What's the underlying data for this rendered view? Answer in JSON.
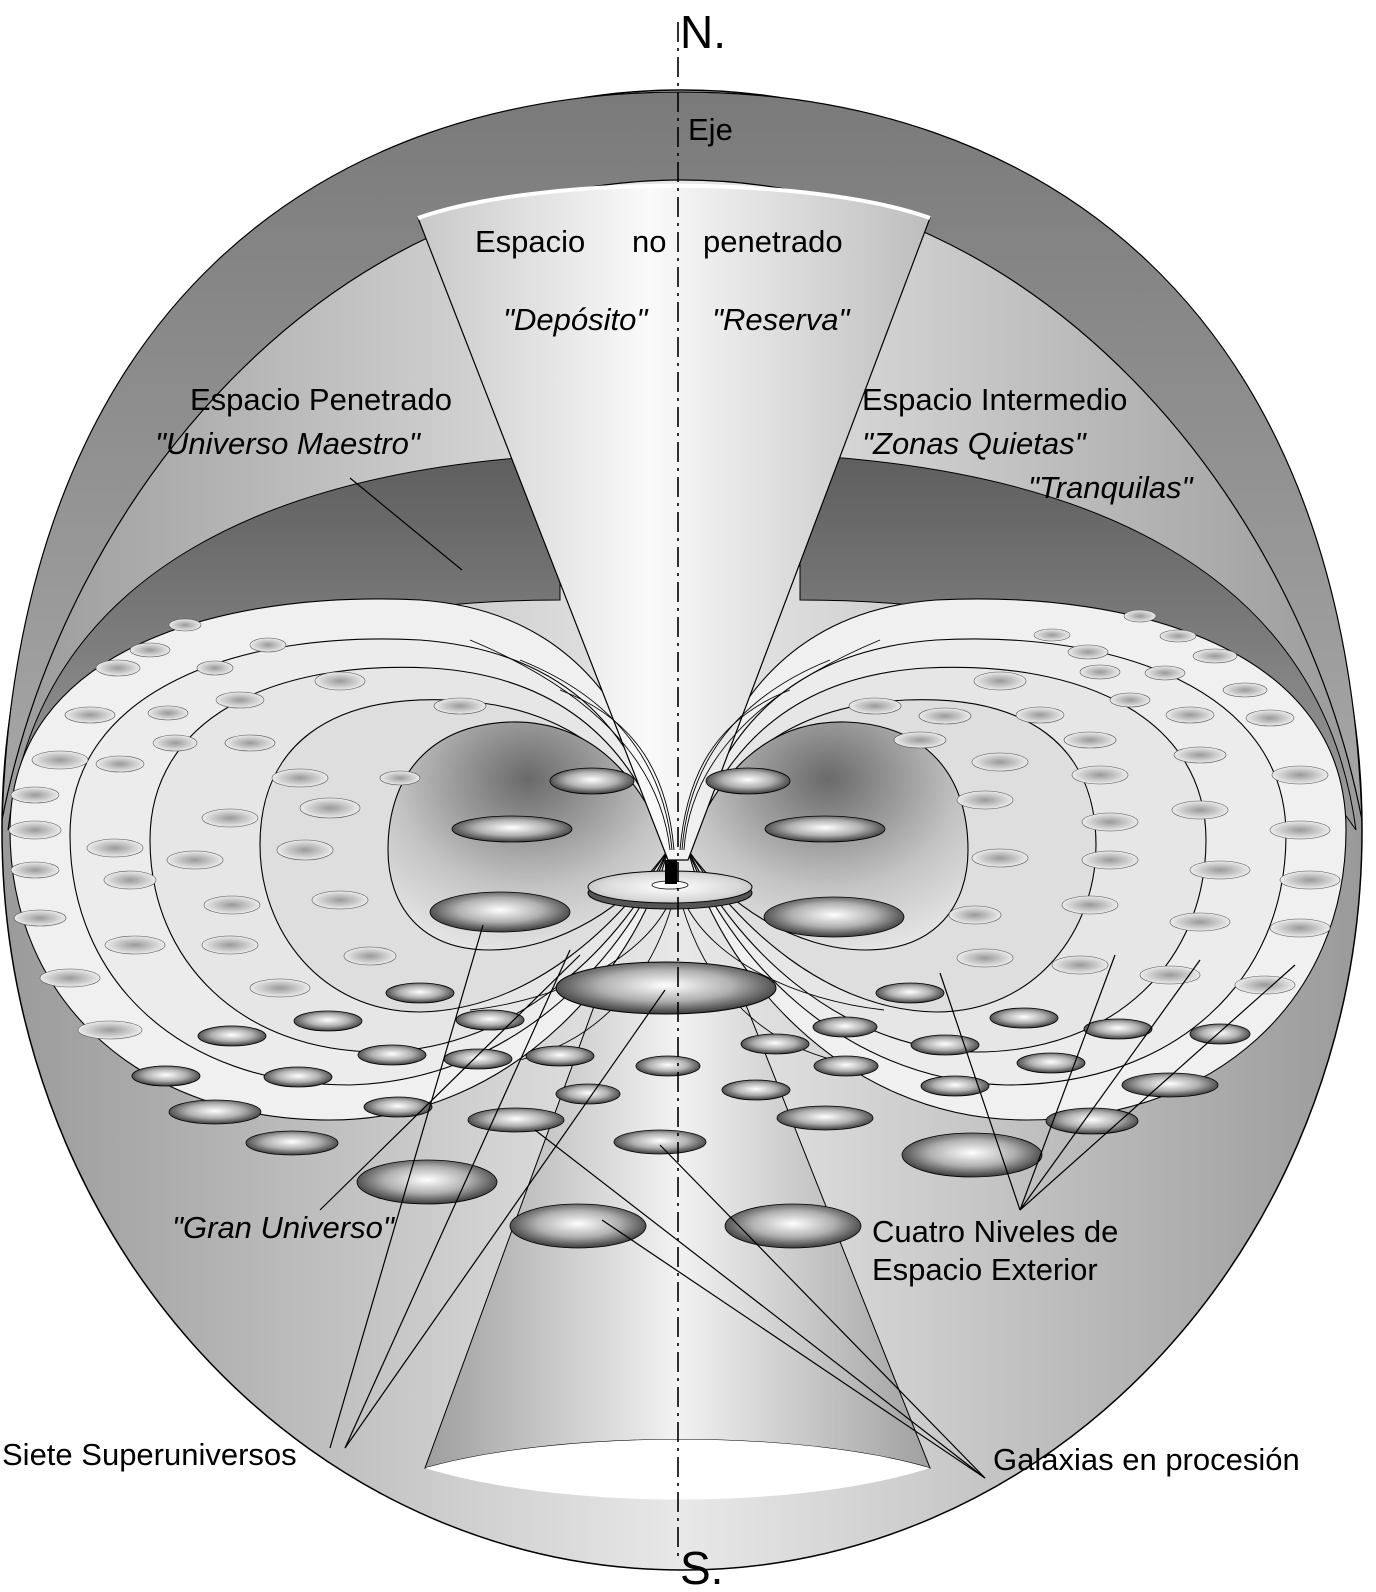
{
  "diagram": {
    "axis": {
      "north": "N.",
      "south": "S.",
      "label": "Eje"
    },
    "cone": {
      "title": "Espacio no penetrado",
      "title_words": [
        "Espacio",
        "no",
        "penetrado"
      ],
      "left": "\"Depósito\"",
      "right": "\"Reserva\""
    },
    "penetrated": {
      "name": "Espacio Penetrado",
      "alias": "\"Universo Maestro\""
    },
    "intermediate": {
      "name": "Espacio Intermedio",
      "alias1": "\"Zonas Quietas\"",
      "alias2": "\"Tranquilas\""
    },
    "grand_universe": "\"Gran Universo\"",
    "outer_levels": {
      "line1": "Cuatro Niveles de",
      "line2": "Espacio Exterior"
    },
    "superuniverses": "Siete Superuniversos",
    "galaxies": "Galaxias en procesión"
  },
  "colors": {
    "ink": "#000000",
    "shell": "#8a8a8a",
    "cone": "#e6e6e6",
    "background": "#ffffff"
  }
}
